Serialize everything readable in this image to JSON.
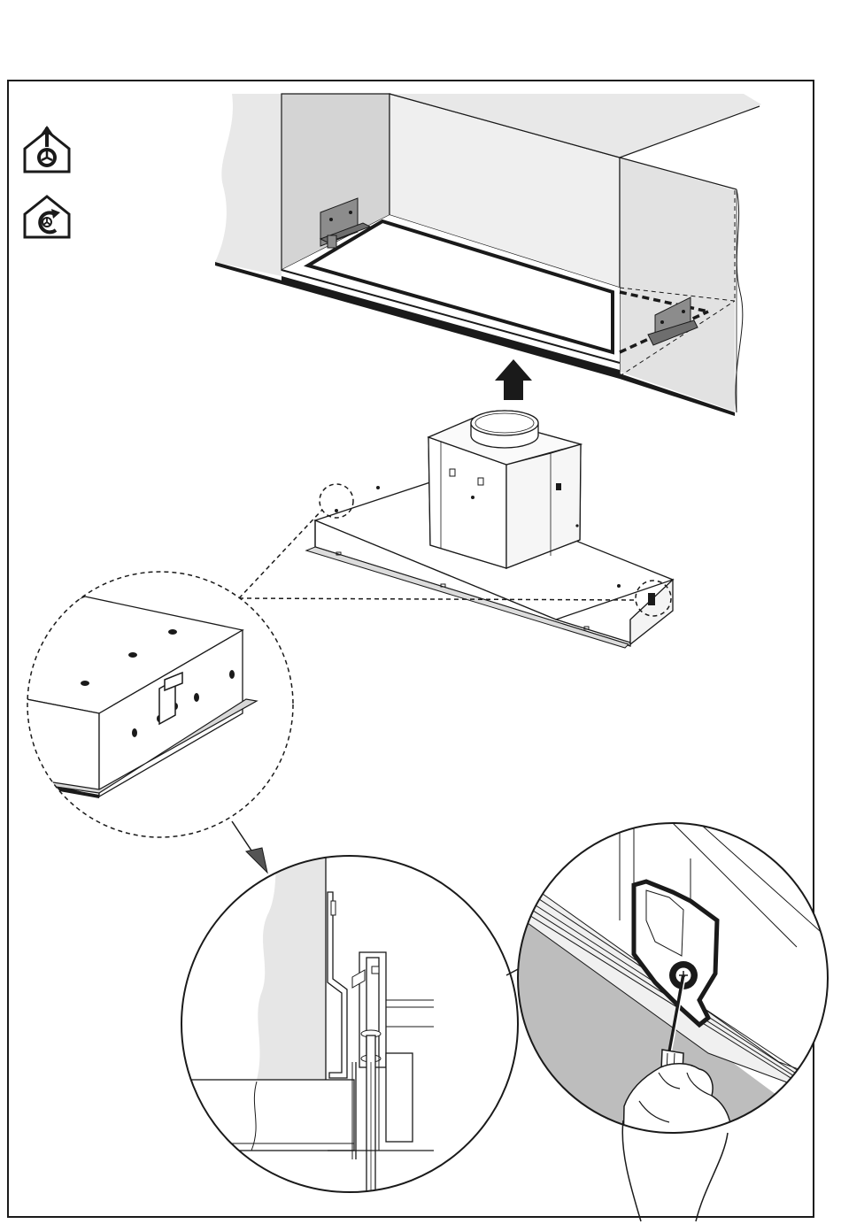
{
  "document": {
    "kind": "installation-instruction-page",
    "steps": [
      "niche-with-mounting-brackets",
      "lift-hood-into-niche",
      "bracket-detail-zoom",
      "bracket-hook-side-section",
      "tighten-screw-with-screwdriver"
    ]
  },
  "icons": {
    "mode_ducted": "ducted-extraction-mode-icon",
    "mode_recirculation": "recirculation-mode-icon",
    "lift_arrow": "up-arrow-icon",
    "pointer_arrow": "pointer-arrowhead-icon"
  },
  "colors": {
    "line": "#1a1a1a",
    "wall_fill": "#e6e6e6",
    "cabinet_side": "#cfcfcf",
    "bracket_fill": "#8c8c8c",
    "detail_shadow": "#bdbdbd",
    "background": "#ffffff"
  }
}
